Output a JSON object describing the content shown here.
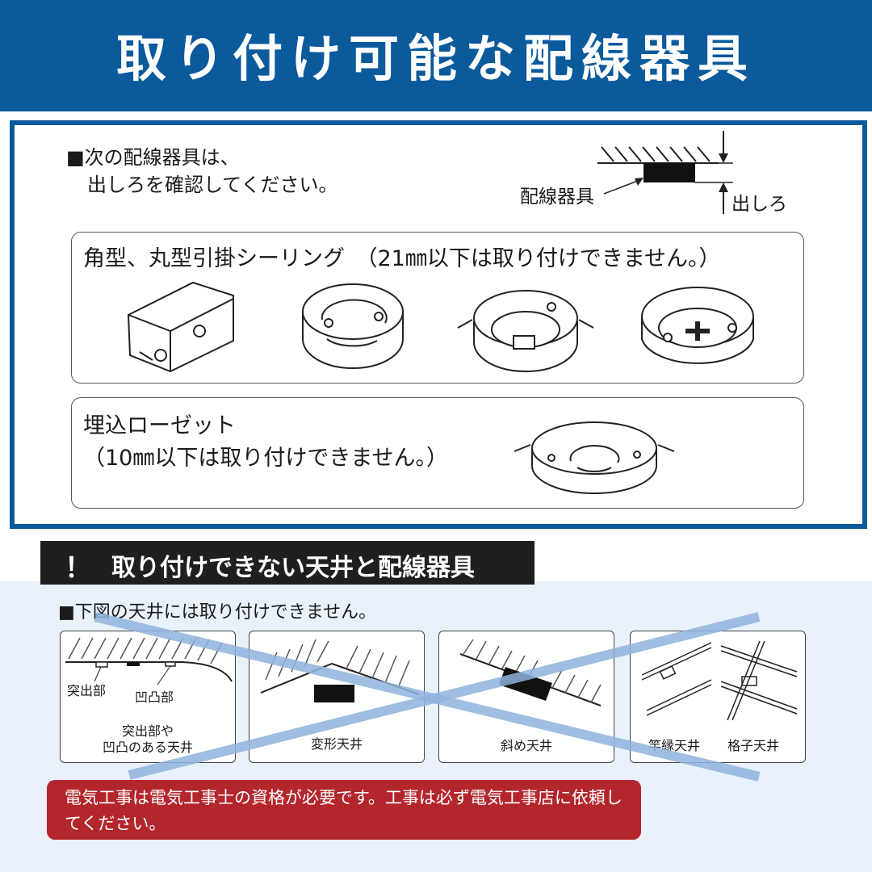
{
  "header": {
    "title": "取り付け可能な配線器具"
  },
  "intro": {
    "line1": "■次の配線器具は、",
    "line2": "出しろを確認してください。"
  },
  "diagram": {
    "label_fixture": "配線器具",
    "label_margin": "出しろ"
  },
  "panel1": {
    "title": "角型、丸型引掛シーリング　（21㎜以下は取り付けできません。）"
  },
  "panel2": {
    "title_line1": "埋込ローゼット",
    "title_line2": "（10㎜以下は取り付けできません。）"
  },
  "warning": {
    "excl": "！",
    "title": "取り付けできない天井と配線器具"
  },
  "lower_intro": "■下図の天井には取り付けできません。",
  "ceilings": {
    "c1_label_a": "突出部",
    "c1_label_b": "凹凸部",
    "c1_caption_line1": "突出部や",
    "c1_caption_line2": "凹凸のある天井",
    "c2_caption": "変形天井",
    "c3_caption": "斜め天井",
    "c4_caption_a": "竿縁天井",
    "c4_caption_b": "格子天井"
  },
  "notice": {
    "text": "電気工事は電気工事士の資格が必要です。工事は必ず電気工事店に依頼してください。"
  },
  "colors": {
    "header_blue": "#0a5a9c",
    "notice_red": "#b3262c",
    "cross_blue": "#8fb3dc",
    "lower_bg": "#e9f1fa"
  }
}
